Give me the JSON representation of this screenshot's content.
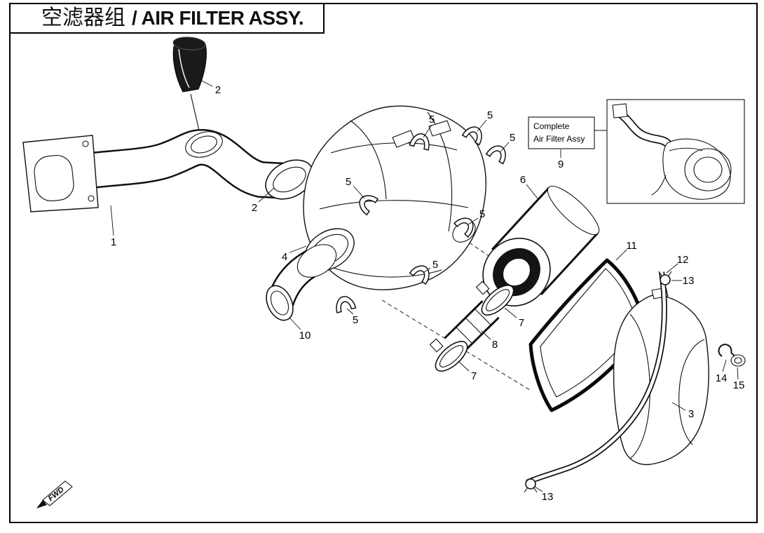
{
  "title": {
    "zh": "空滤器组",
    "en": "/ AIR FILTER ASSY."
  },
  "inset": {
    "line1": "Complete",
    "line2": "Air Filter Assy"
  },
  "fwd": "FWD",
  "colors": {
    "ink": "#111111",
    "paper": "#ffffff"
  },
  "callouts": [
    {
      "label": "1"
    },
    {
      "label": "2"
    },
    {
      "label": "2"
    },
    {
      "label": "4"
    },
    {
      "label": "5"
    },
    {
      "label": "5"
    },
    {
      "label": "5"
    },
    {
      "label": "5"
    },
    {
      "label": "5"
    },
    {
      "label": "5"
    },
    {
      "label": "5"
    },
    {
      "label": "6"
    },
    {
      "label": "7"
    },
    {
      "label": "7"
    },
    {
      "label": "8"
    },
    {
      "label": "9"
    },
    {
      "label": "10"
    },
    {
      "label": "11"
    },
    {
      "label": "12"
    },
    {
      "label": "13"
    },
    {
      "label": "13"
    },
    {
      "label": "14"
    },
    {
      "label": "15"
    },
    {
      "label": "3"
    }
  ]
}
